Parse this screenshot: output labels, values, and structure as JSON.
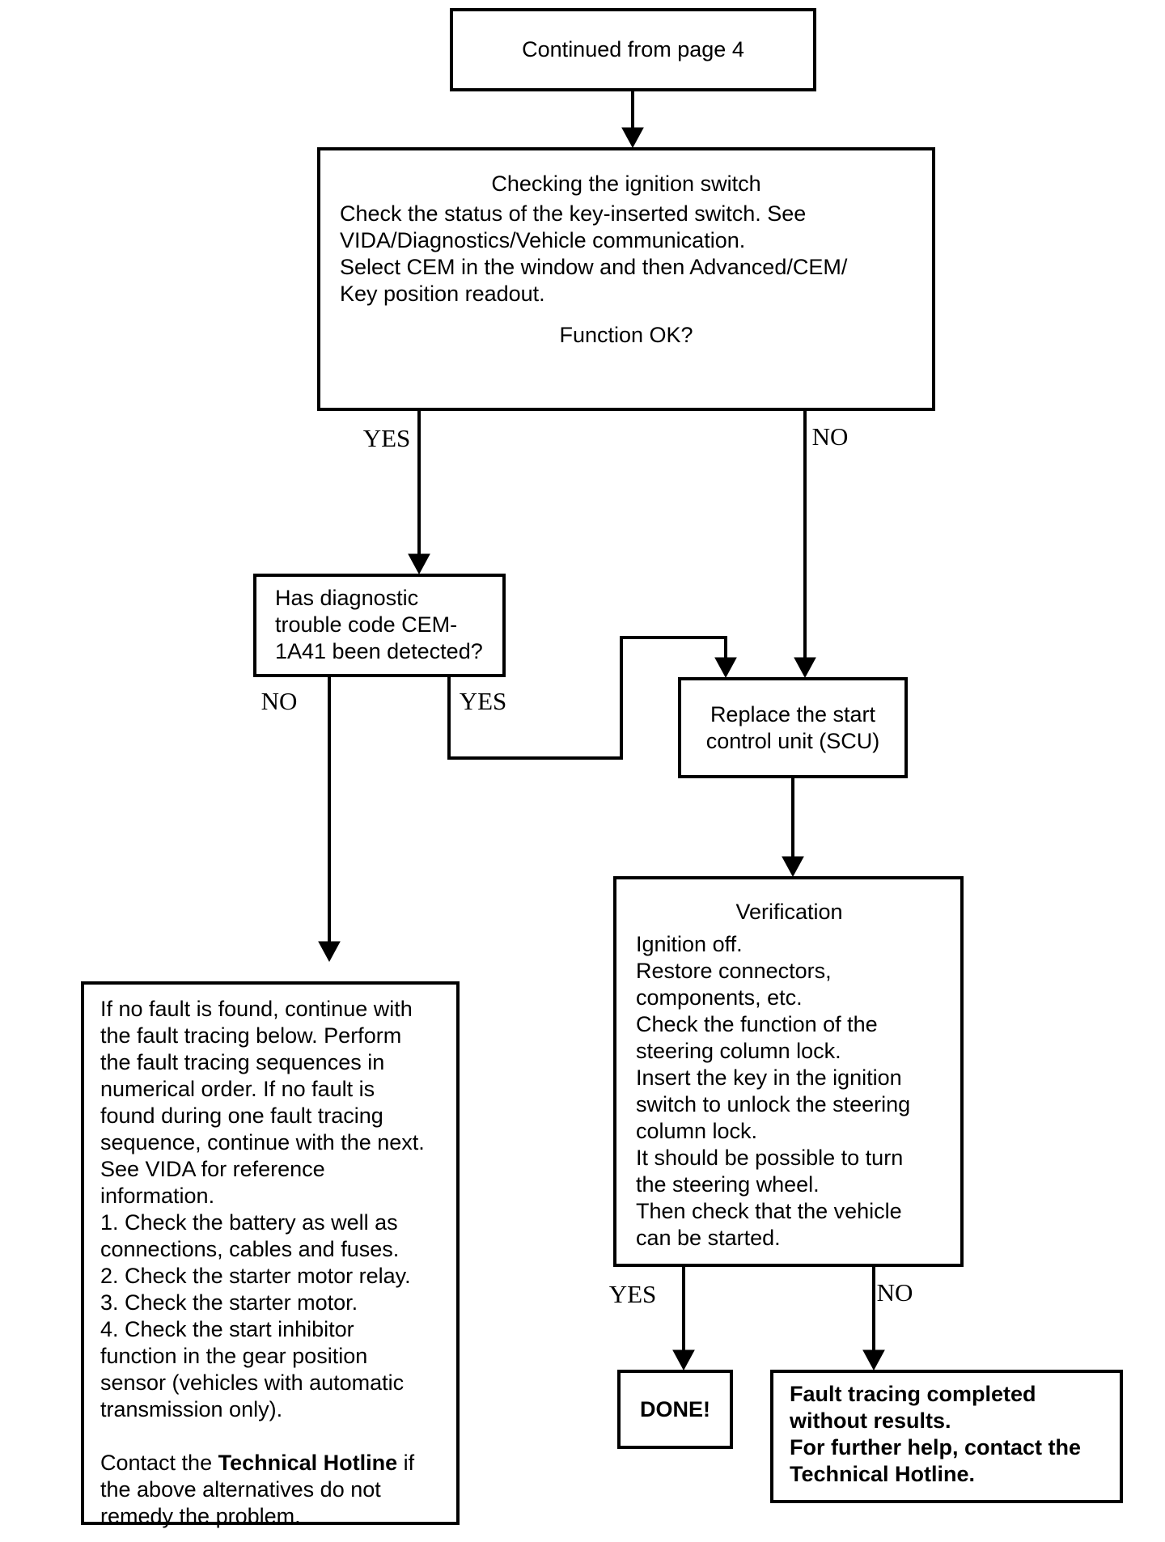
{
  "flowchart": {
    "continued": {
      "text": "Continued from page 4"
    },
    "checking": {
      "title": "Checking the ignition switch",
      "lines": [
        "Check the status of the key-inserted switch. See",
        "VIDA/Diagnostics/Vehicle communication.",
        "Select CEM in the window and then Advanced/CEM/",
        "Key position readout."
      ],
      "question": "Function OK?",
      "yes_label": "YES",
      "no_label": "NO"
    },
    "dtc": {
      "lines": [
        "Has diagnostic",
        "trouble code CEM-",
        "1A41 been detected?"
      ],
      "no_label": "NO",
      "yes_label": "YES"
    },
    "scu": {
      "lines": [
        "Replace the start",
        "control unit (SCU)"
      ]
    },
    "verification": {
      "title": "Verification",
      "lines": [
        "Ignition off.",
        "Restore connectors,",
        "components, etc.",
        "Check the function of the",
        "steering column lock.",
        "Insert the key in the ignition",
        "switch to unlock the steering",
        "column lock.",
        "It should be possible to turn",
        "the steering wheel.",
        "Then check that the vehicle",
        "can be started."
      ],
      "yes_label": "YES",
      "no_label": "NO"
    },
    "no_fault": {
      "lines": [
        "If no fault is found, continue with",
        "the fault tracing below. Perform",
        "the fault tracing sequences in",
        "numerical order. If no fault is",
        "found during one fault tracing",
        "sequence, continue with the next.",
        "See VIDA for reference",
        "information.",
        "1. Check the battery as well as",
        "connections, cables and fuses.",
        "2. Check the starter motor relay.",
        "3. Check the starter motor.",
        "4. Check the start inhibitor",
        "function in the gear position",
        "sensor (vehicles with automatic",
        "transmission only)."
      ],
      "contact": {
        "prefix": "Contact the ",
        "bold": "Technical Hotline",
        "suffix": " if"
      },
      "lines_after": [
        "the above alternatives do not",
        "remedy the problem."
      ]
    },
    "done": {
      "text": "DONE!"
    },
    "fault_completed": {
      "lines": [
        "Fault tracing completed",
        "without results.",
        "For further help, contact the",
        "Technical Hotline."
      ]
    }
  }
}
